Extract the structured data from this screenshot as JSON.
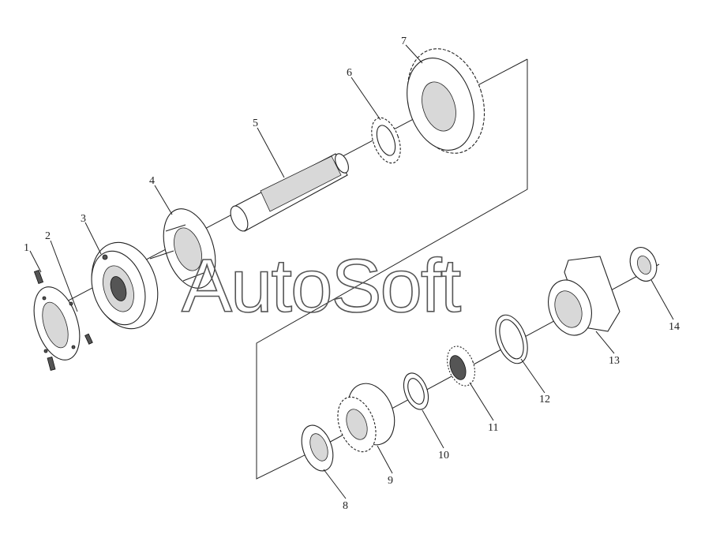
{
  "watermark": "AutoSoft",
  "callouts": [
    "1",
    "2",
    "3",
    "4",
    "5",
    "6",
    "7",
    "8",
    "9",
    "10",
    "11",
    "12",
    "13",
    "14"
  ],
  "colors": {
    "line": "#222222",
    "background": "#ffffff",
    "watermark": "#555555"
  }
}
